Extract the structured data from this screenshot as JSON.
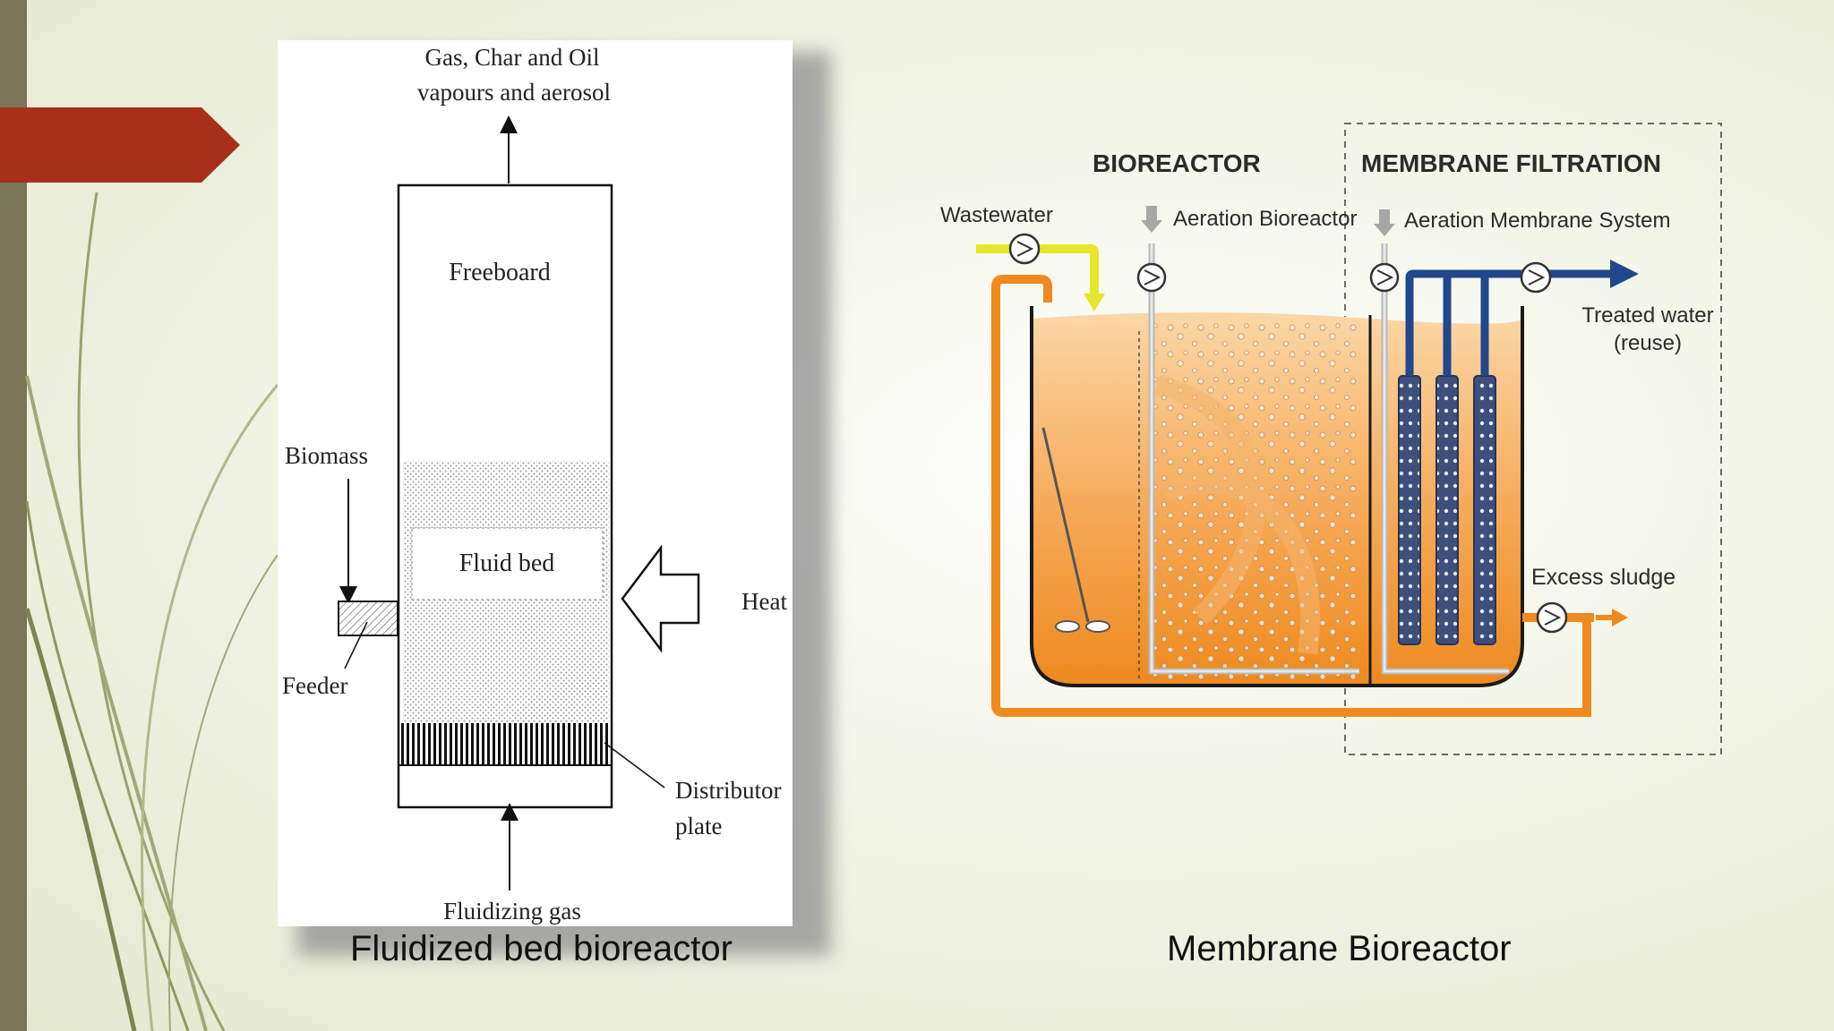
{
  "slide": {
    "accent_color": "#a8301a",
    "sidebar_color": "#7a7458"
  },
  "fluidized_bed": {
    "caption": "Fluidized bed bioreactor",
    "top_label_line1": "Gas, Char and Oil",
    "top_label_line2": "vapours and aerosol",
    "freeboard": "Freeboard",
    "biomass": "Biomass",
    "fluid_bed": "Fluid bed",
    "heat": "Heat",
    "feeder": "Feeder",
    "distributor_line1": "Distributor",
    "distributor_line2": "plate",
    "fluidizing_gas": "Fluidizing gas"
  },
  "membrane": {
    "caption": "Membrane Bioreactor",
    "bioreactor": "BIOREACTOR",
    "membrane_filtration": "MEMBRANE FILTRATION",
    "wastewater": "Wastewater",
    "aeration_bioreactor": "Aeration Bioreactor",
    "aeration_membrane": "Aeration Membrane System",
    "treated_water_line1": "Treated water",
    "treated_water_line2": "(reuse)",
    "excess_sludge": "Excess sludge"
  }
}
